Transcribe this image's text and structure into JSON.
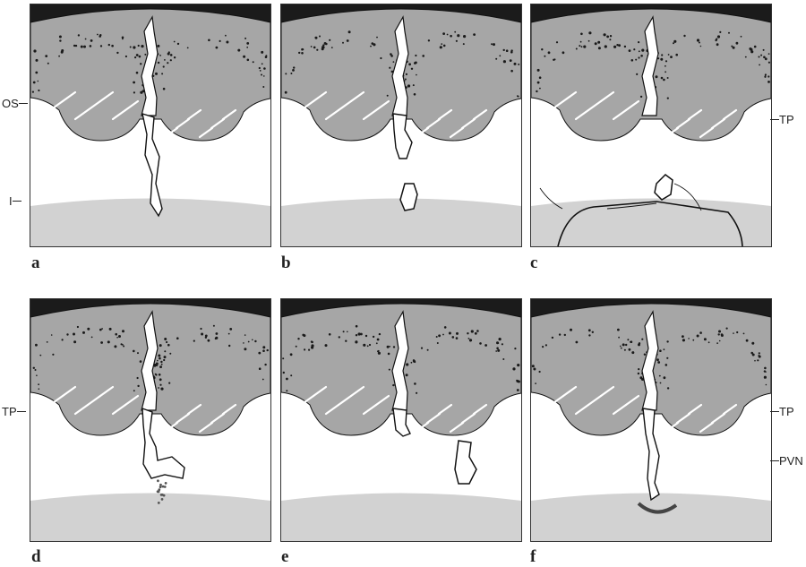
{
  "figure": {
    "panels": [
      {
        "letter": "a",
        "variant": "a"
      },
      {
        "letter": "b",
        "variant": "b"
      },
      {
        "letter": "c",
        "variant": "c"
      },
      {
        "letter": "d",
        "variant": "d"
      },
      {
        "letter": "e",
        "variant": "e"
      },
      {
        "letter": "f",
        "variant": "f"
      }
    ],
    "labels": {
      "os": "OS",
      "i": "I",
      "tp": "TP",
      "pvn": "PVN"
    }
  },
  "colors": {
    "cortex": "#a6a6a6",
    "border": "#333333",
    "dark_band": "#1b1b1b",
    "bottom_band": "#d2d2d2",
    "line": "#111111"
  }
}
